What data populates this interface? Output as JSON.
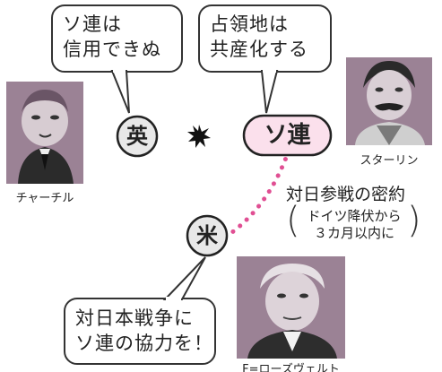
{
  "bubbles": {
    "uk": "ソ連は\n信用できぬ",
    "ussr": "占領地は\n共産化する",
    "us": "対日本戦争に\nソ連の協力を！"
  },
  "nodes": {
    "uk": "英",
    "ussr": "ソ連",
    "us": "米"
  },
  "portraits": {
    "churchill": "チャーチル",
    "stalin": "スターリン",
    "roosevelt": "F=ローズヴェルト"
  },
  "agreement": {
    "title": "対日参戦の密約",
    "paren_open": "(",
    "condition_line1": "ドイツ降伏から",
    "condition_line2": "３カ月以内に",
    "paren_close": ")"
  },
  "colors": {
    "ussr_fill": "#fbe0ec",
    "node_fill": "#e8e8e8",
    "dotted_line": "#e04f93",
    "portrait_bg": "#9b8295"
  },
  "icons": [
    "conflict-spark-icon"
  ]
}
